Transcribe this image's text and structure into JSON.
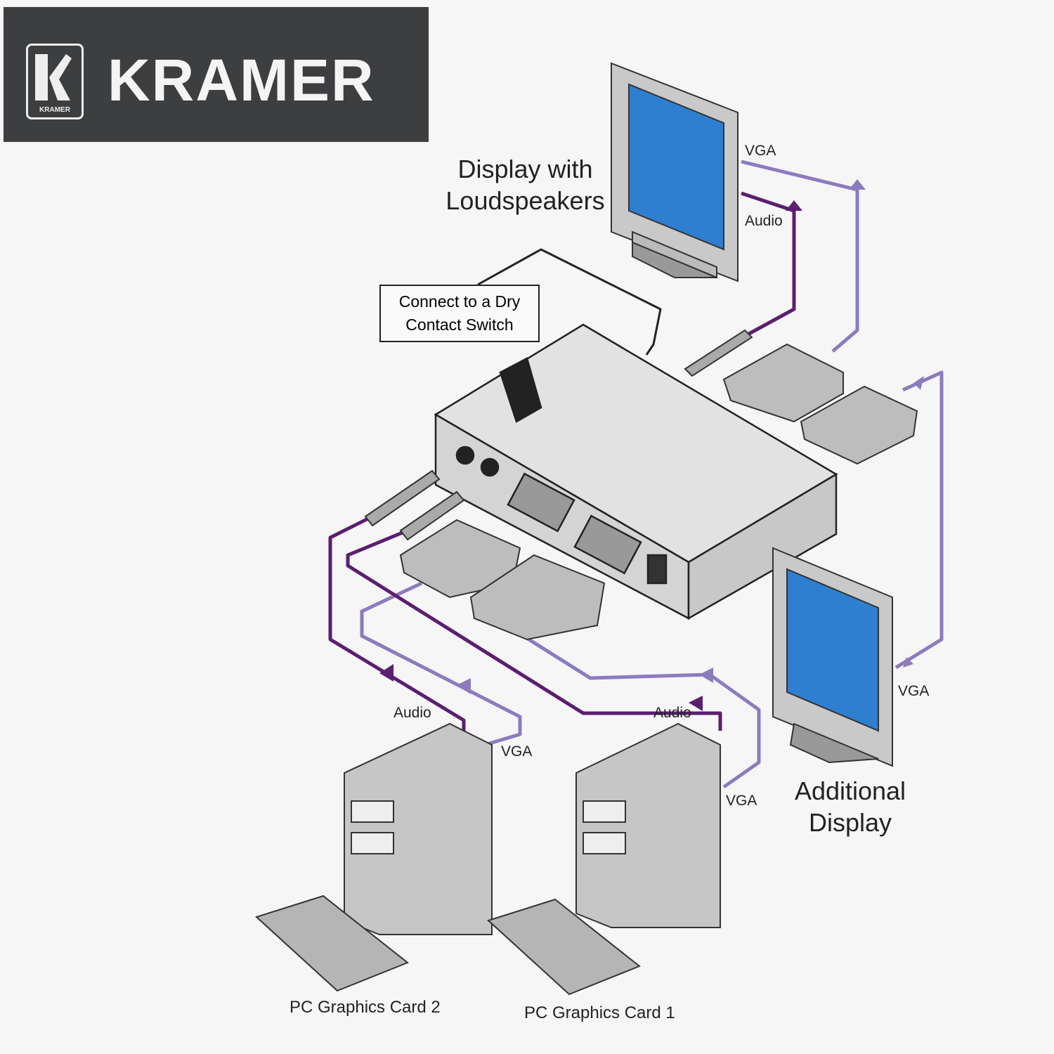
{
  "logo": {
    "brand": "KRAMER",
    "mark_text": "KRAMER"
  },
  "labels": {
    "top_display_line1": "Display with",
    "top_display_line2": "Loudspeakers",
    "top_vga": "VGA",
    "top_audio": "Audio",
    "dry_contact_line1": "Connect to a Dry",
    "dry_contact_line2": "Contact Switch",
    "right_vga": "VGA",
    "additional_display_line1": "Additional",
    "additional_display_line2": "Display",
    "pc2_audio": "Audio",
    "pc2_vga": "VGA",
    "pc1_audio": "Audio",
    "pc1_vga": "VGA",
    "pc2_label": "PC Graphics Card 2",
    "pc1_label": "PC Graphics Card 1"
  },
  "colors": {
    "audio_cable": "#5b1e70",
    "vga_cable": "#8c7bbd",
    "logo_bg": "#3d3e40",
    "screen": "#2f7fd0"
  }
}
